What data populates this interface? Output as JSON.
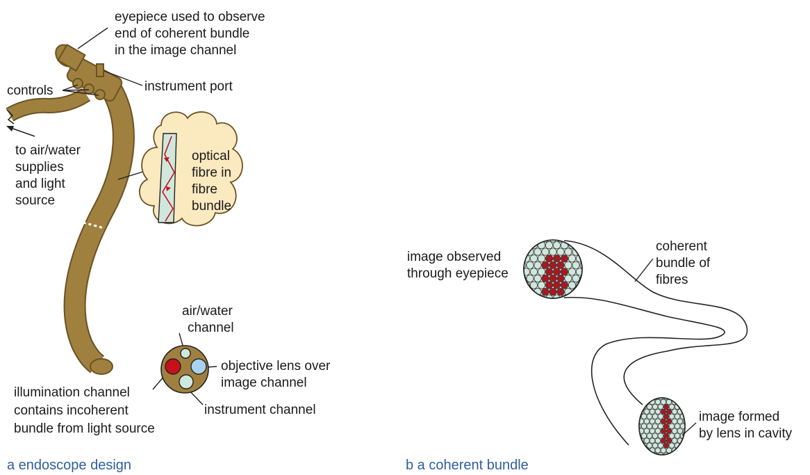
{
  "labels": {
    "eyepiece": [
      "eyepiece used to observe",
      "end of coherent bundle",
      "in the image channel"
    ],
    "instrument_port": "instrument port",
    "controls": "controls",
    "supplies": [
      "to air/water",
      "supplies",
      "and light",
      "source"
    ],
    "optical_fibre": [
      "optical",
      "fibre in",
      "fibre",
      "bundle"
    ],
    "air_water": [
      "air/water",
      "channel"
    ],
    "objective_lens": [
      "objective lens over",
      "image channel"
    ],
    "instrument_channel": "instrument channel",
    "illumination": [
      "illumination channel",
      "contains incoherent",
      "bundle from light source"
    ],
    "image_observed": [
      "image observed",
      "through eyepiece"
    ],
    "coherent_bundle": [
      "coherent",
      "bundle of",
      "fibres"
    ],
    "image_formed": [
      "image formed",
      "by lens in cavity"
    ]
  },
  "captions": {
    "a": "a  endoscope design",
    "b": "b  a coherent bundle"
  },
  "colors": {
    "tube": "#a0803f",
    "tube_dark": "#6b5222",
    "bubble": "#fbe9c0",
    "fibre": "#cfe7dc",
    "red": "#c8101b",
    "dark_red": "#a51a20",
    "blue": "#a8d2ef",
    "caption": "#2e5f9e"
  }
}
